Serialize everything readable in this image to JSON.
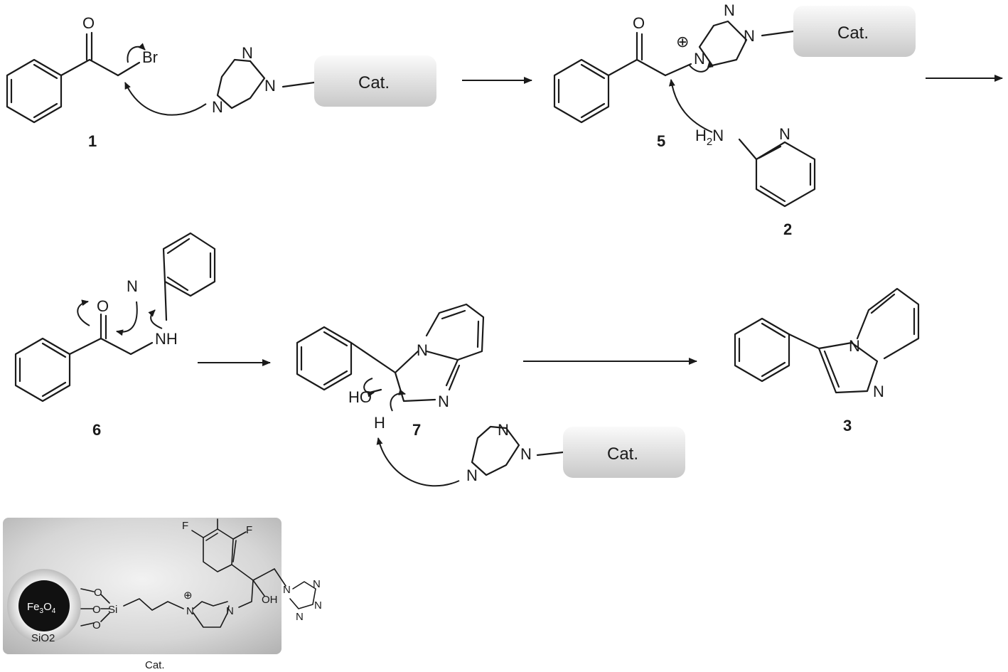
{
  "compounds": {
    "c1": "1",
    "c5": "5",
    "c2": "2",
    "c6": "6",
    "c7": "7",
    "c3": "3"
  },
  "atoms": {
    "br": "Br",
    "o": "O",
    "n": "N",
    "h2n": "H",
    "h2n_sub": "2",
    "h2n_n": "N",
    "nh": "NH",
    "ho": "HO",
    "h": "H",
    "plus": "⊕"
  },
  "catalyst": {
    "label": "Cat.",
    "fe": "Fe",
    "fe_sub3": "3",
    "o_sym": "O",
    "o_sub4": "4",
    "sio2": "SiO2",
    "si": "Si",
    "oh": "OH",
    "f": "F",
    "caption": "Cat."
  },
  "colors": {
    "ink": "#1a1a1a",
    "cat_box_light": "#f7f7f7",
    "cat_box_dark": "#c9c9c9",
    "panel_light": "#f0f0f0",
    "panel_dark": "#b5b5b5",
    "sphere_core": "#111111",
    "sphere_shell": "#d8d8d8"
  }
}
